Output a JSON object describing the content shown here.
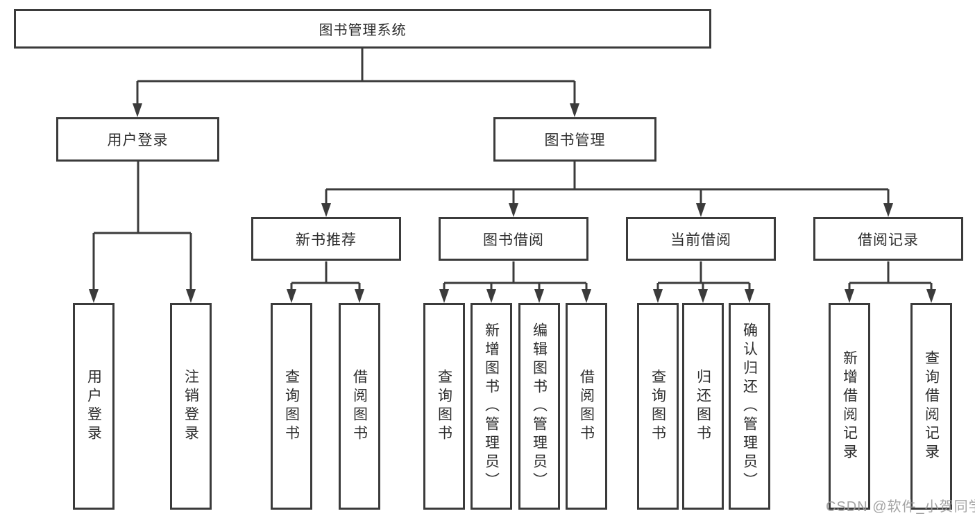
{
  "root": {
    "label": "图书管理系统"
  },
  "level2": [
    {
      "id": "user-login",
      "label": "用户登录"
    },
    {
      "id": "book-management",
      "label": "图书管理"
    }
  ],
  "level3": [
    {
      "id": "new-book-recommend",
      "label": "新书推荐"
    },
    {
      "id": "book-borrow",
      "label": "图书借阅"
    },
    {
      "id": "current-borrow",
      "label": "当前借阅"
    },
    {
      "id": "borrow-records",
      "label": "借阅记录"
    }
  ],
  "leaves": {
    "user_login": [
      "用户登录",
      "注销登录"
    ],
    "new_book_recommend": [
      "查询图书",
      "借阅图书"
    ],
    "book_borrow": [
      "查询图书",
      "新增图书（管理员）",
      "编辑图书（管理员）",
      "借阅图书"
    ],
    "current_borrow": [
      "查询图书",
      "归还图书",
      "确认归还（管理员）"
    ],
    "borrow_records": [
      "新增借阅记录",
      "查询借阅记录"
    ]
  },
  "watermark": "CSDN @软件_小贺同学",
  "colors": {
    "line": "#3b3b3b",
    "box_border": "#3b3b3b",
    "text": "#2d2d2d",
    "watermark": "#9a9a9a",
    "background": "#ffffff"
  }
}
